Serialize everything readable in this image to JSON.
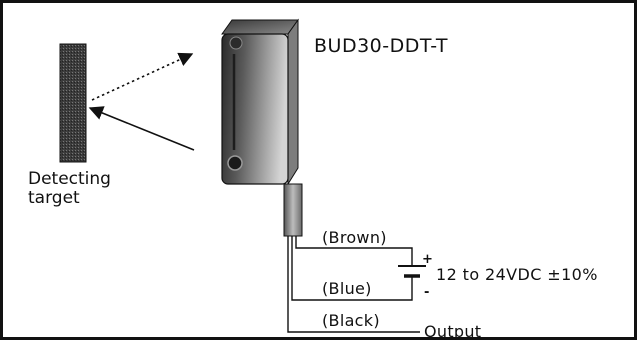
{
  "model": "BUD30-DDT-T",
  "target_label": [
    "Detecting",
    "target"
  ],
  "wires": {
    "brown": "(Brown)",
    "blue": "(Blue)",
    "black": "(Black)"
  },
  "output_label": "Output",
  "supply": {
    "voltage": "12 to 24VDC ±10%",
    "plus": "+",
    "minus": "-"
  }
}
